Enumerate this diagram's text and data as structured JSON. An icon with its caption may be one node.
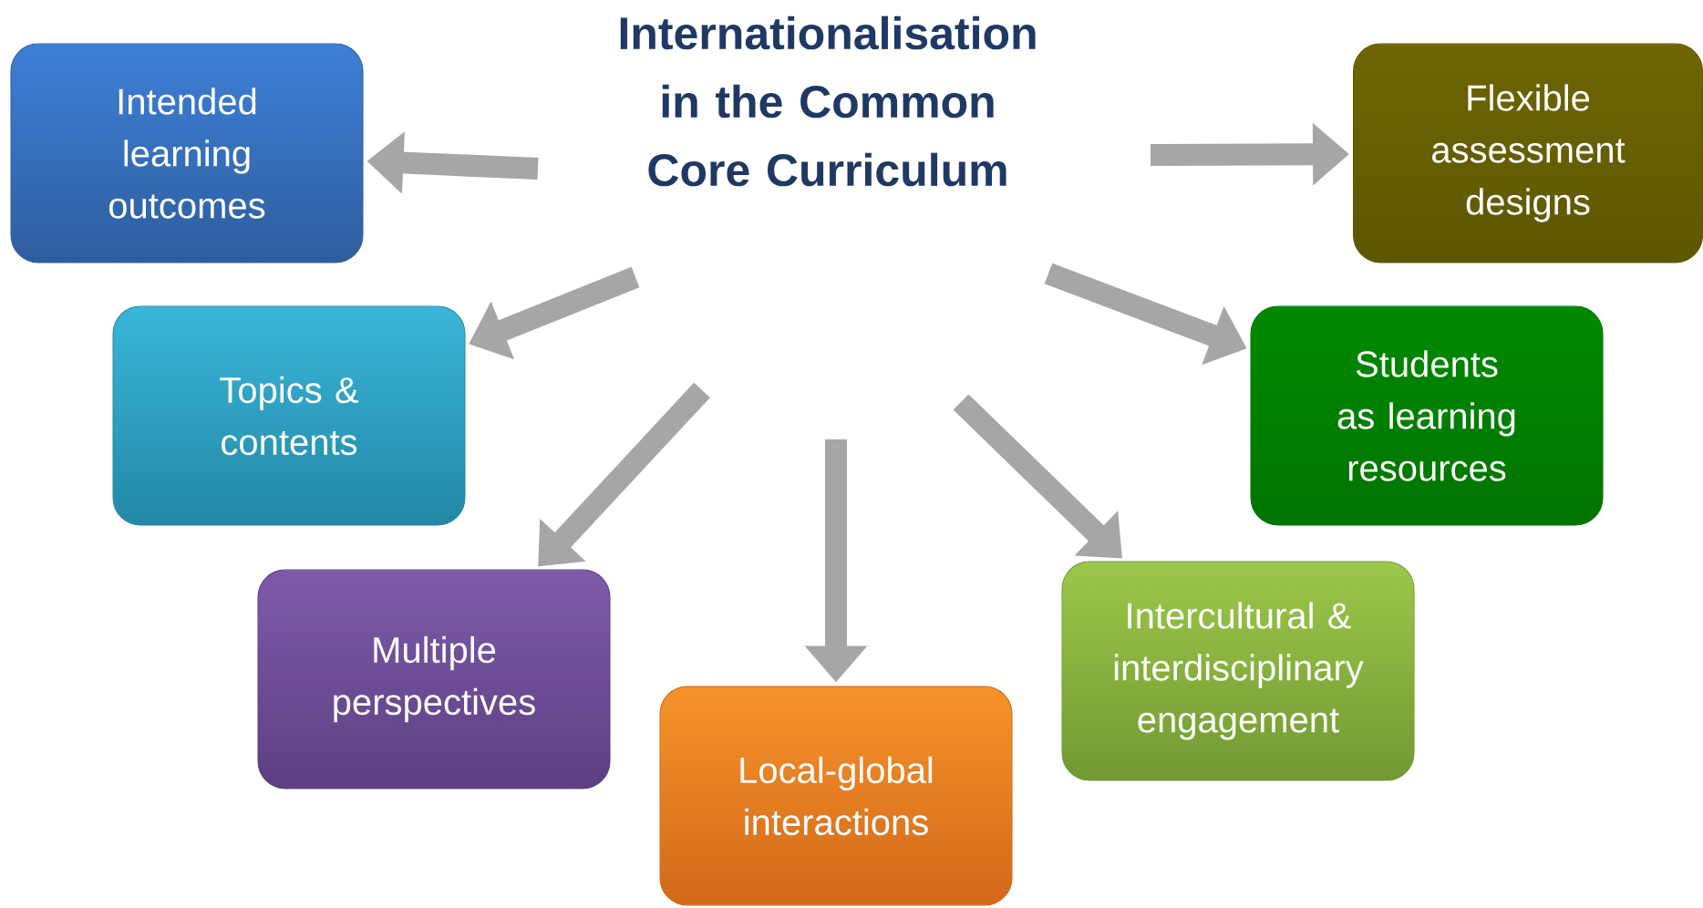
{
  "diagram": {
    "nodes": [
      {
        "text": [
          "Internationalisation in the Common Core Curriculum"
        ]
      },
      {
        "text": [
          "Intended learning outcomes"
        ]
      },
      {
        "text": [
          "Flexible assessment designs"
        ]
      },
      {
        "text": [
          "Topics & contents"
        ]
      },
      {
        "text": [
          "Students as learning resources"
        ]
      },
      {
        "text": [
          "Multiple perspectives"
        ]
      },
      {
        "text": [
          "Intercultural & interdisciplinary engagement"
        ]
      },
      {
        "text": [
          "Local-global interactions"
        ]
      }
    ],
    "edges": [
      {
        "from": null,
        "to": 1,
        "arrow": "to"
      },
      {
        "from": null,
        "to": 2,
        "arrow": "to"
      },
      {
        "from": null,
        "to": 3,
        "arrow": "to"
      },
      {
        "from": null,
        "to": 4,
        "arrow": "to"
      },
      {
        "from": null,
        "to": 5,
        "arrow": "to"
      },
      {
        "from": null,
        "to": 6,
        "arrow": "to"
      },
      {
        "from": null,
        "to": 7,
        "arrow": "to"
      }
    ]
  }
}
